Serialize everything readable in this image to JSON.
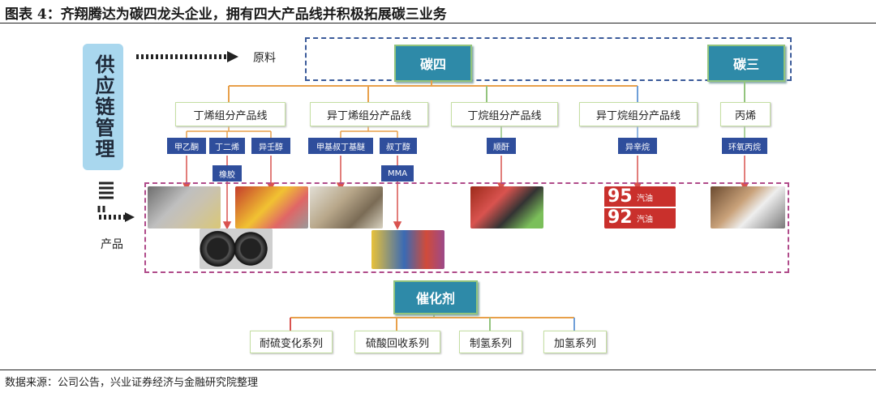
{
  "title": "图表 4：齐翔腾达为碳四龙头企业，拥有四大产品线并积极拓展碳三业务",
  "source": "数据来源：公司公告，兴业证券经济与金融研究院整理",
  "supply_chain": "供应链管理",
  "raw_label": "原料",
  "product_label": "产品",
  "c4": "碳四",
  "c3": "碳三",
  "catalyst": "催化剂",
  "product_lines": [
    "丁烯组分产品线",
    "异丁烯组分产品线",
    "丁烷组分产品线",
    "异丁烷组分产品线",
    "丙烯"
  ],
  "chips": [
    "甲乙酮",
    "丁二烯",
    "异壬醇",
    "甲基叔丁基醚",
    "叔丁醇",
    "顺酐",
    "异辛烷",
    "环氧丙烷"
  ],
  "sub_chips": [
    "橡胶",
    "MMA"
  ],
  "fuel": {
    "g95": "95",
    "g92": "92",
    "oil": "汽油"
  },
  "catalyst_series": [
    "耐硫变化系列",
    "硫酸回收系列",
    "制氢系列",
    "加氢系列"
  ],
  "colors": {
    "teal": "#2e8aa8",
    "navy_chip": "#2f4e9c",
    "branch_orange": "#e8a04a",
    "branch_green": "#93c47d",
    "branch_blue": "#6f9fd8",
    "branch_red": "#d9534f"
  }
}
